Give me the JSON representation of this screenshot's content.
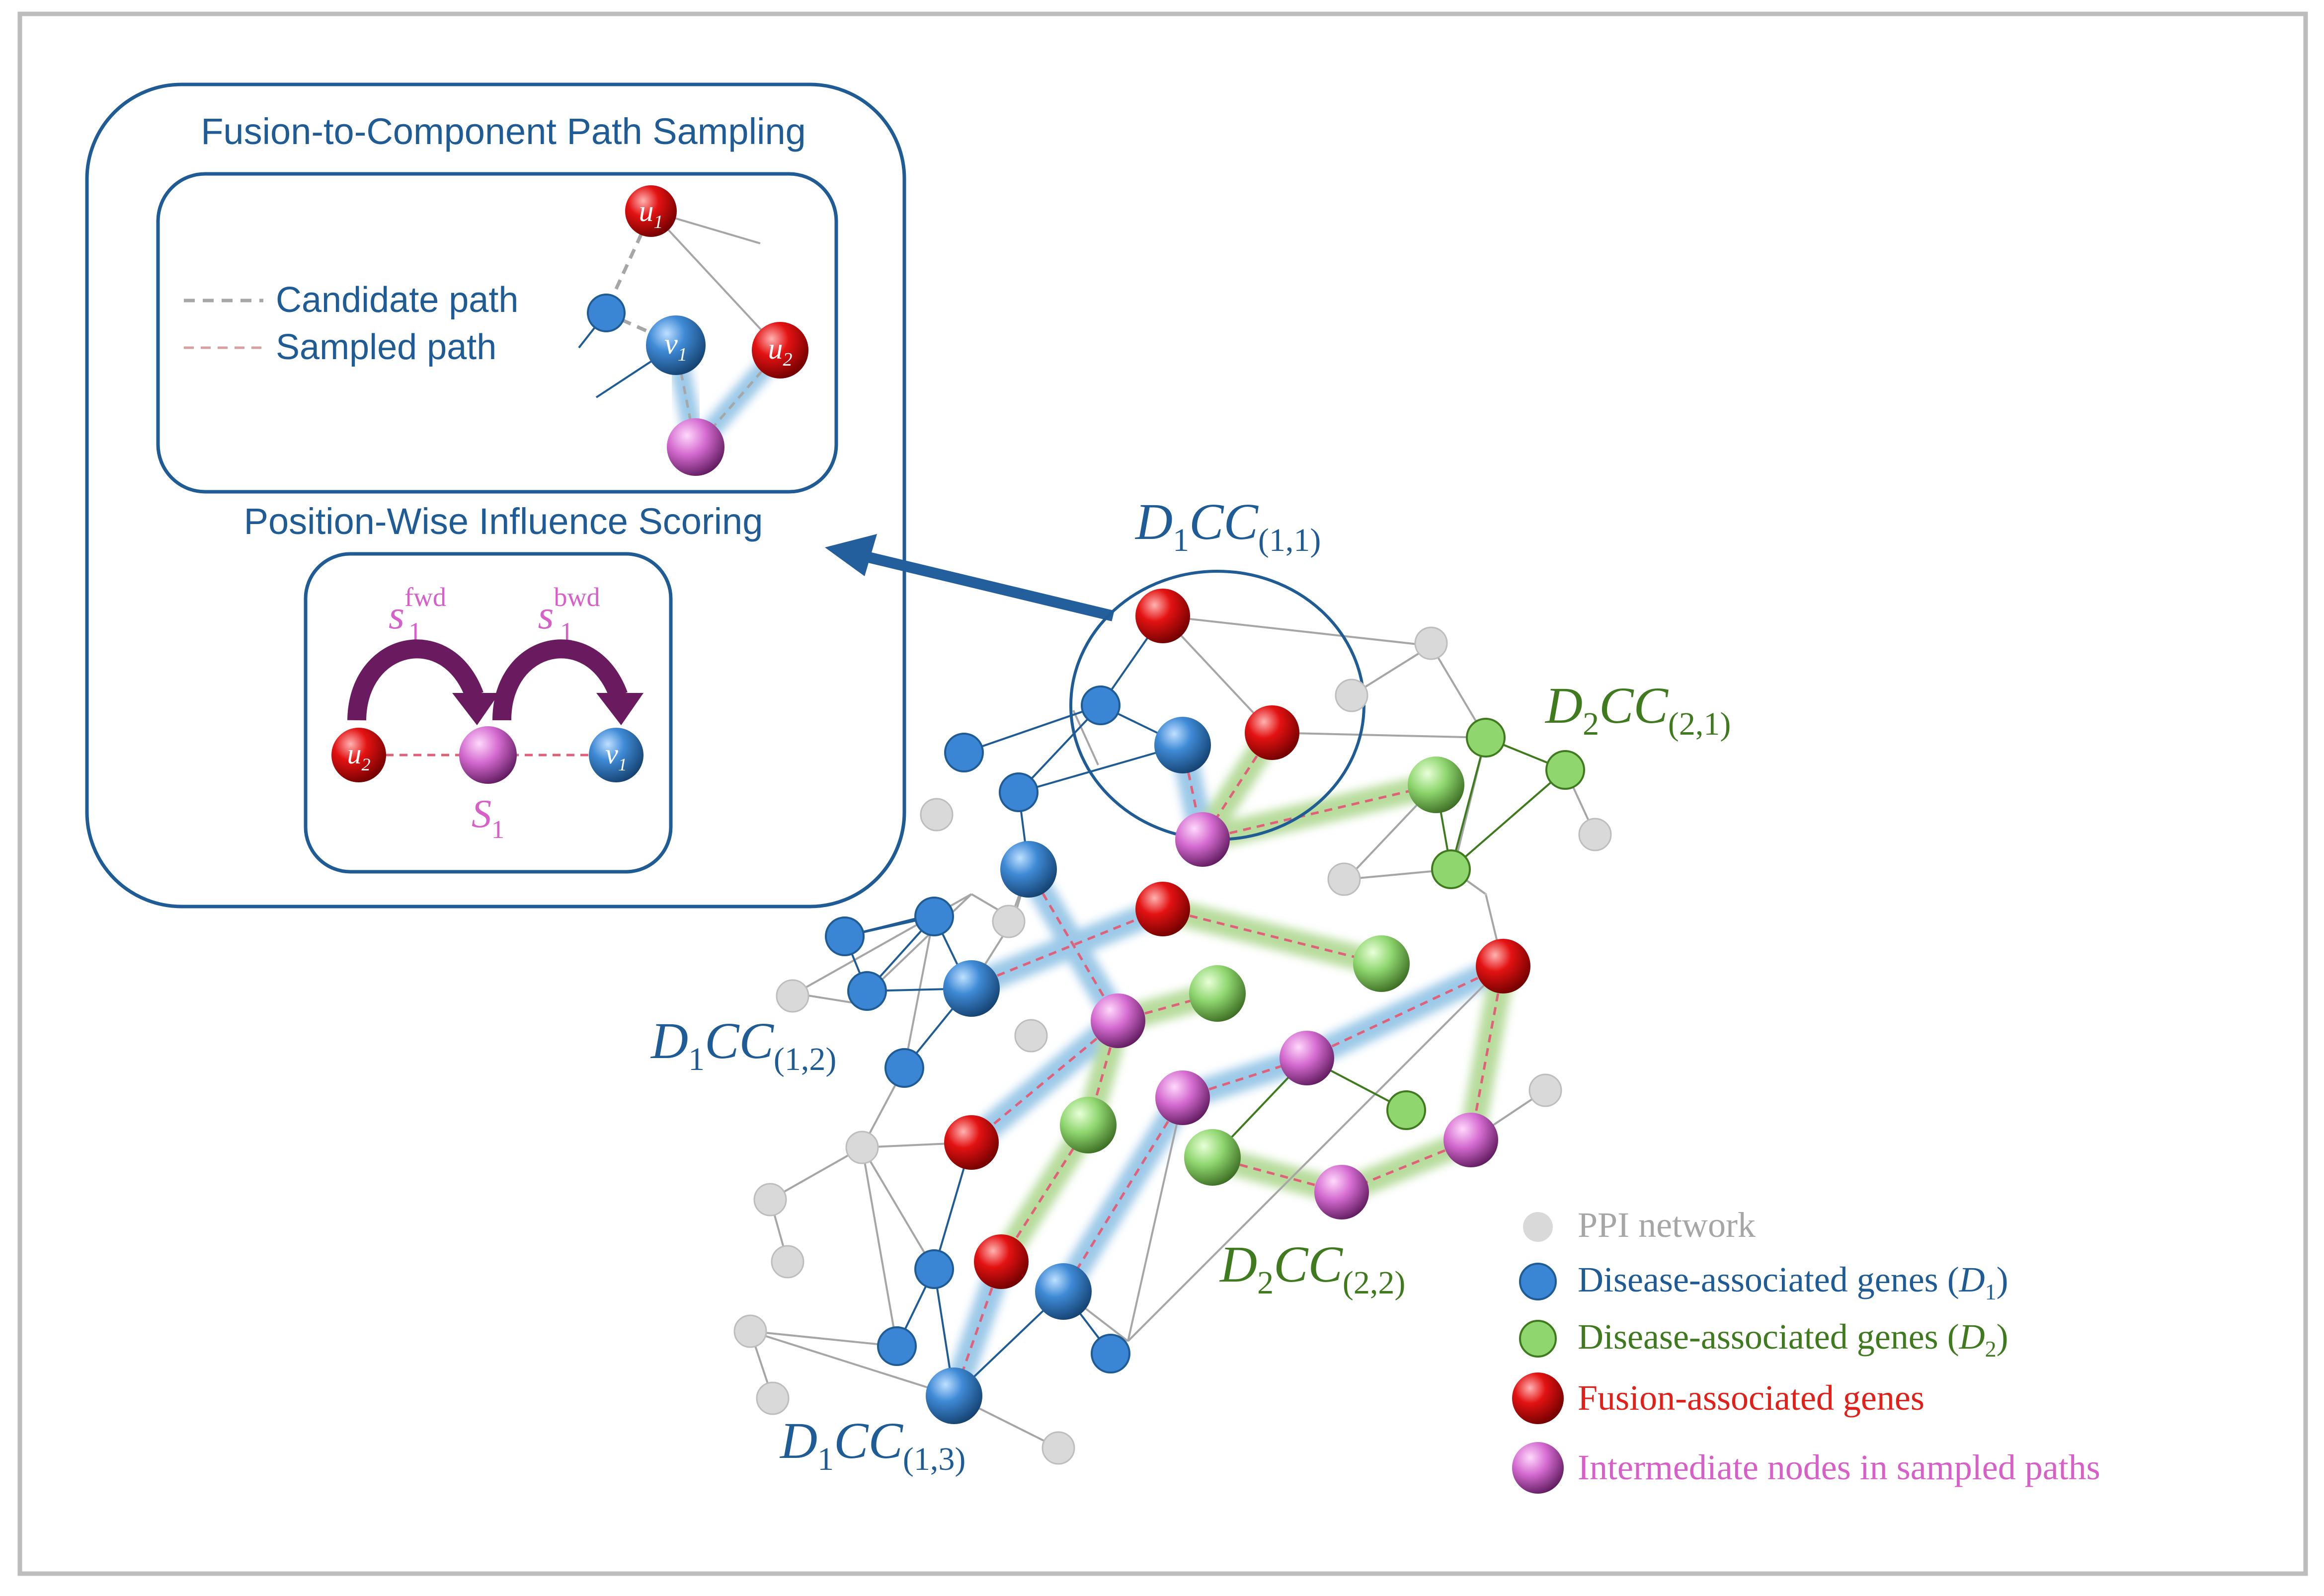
{
  "colors": {
    "frame": "#bdbdbd",
    "panel": "#1f5b94",
    "blue_text": "#1f5b94",
    "green_text": "#3f7a1e",
    "red_text": "#e0201a",
    "pink_text": "#d65fc8",
    "ppi_node": "#d9d9d9",
    "ppi_edge": "#a6a6a6",
    "blue_node": "#3a86d4",
    "green_node": "#8fd66f",
    "red_node": "#e01010",
    "pink_node": "#c45ac0",
    "arrow": "#225f9c",
    "influence_arrow": "#6a1a5e",
    "blue_glow": "#9cc9e8",
    "green_glow": "#b7dc9c",
    "path_dash": "#e0607a"
  },
  "inset": {
    "title_top": "Fusion-to-Component Path Sampling",
    "title_bottom": "Position-Wise Influence Scoring",
    "legend_candidate": "Candidate path",
    "legend_sampled": "Sampled path",
    "node_u1": {
      "base": "u",
      "sub": "1"
    },
    "node_u2": {
      "base": "u",
      "sub": "2"
    },
    "node_v1": {
      "base": "v",
      "sub": "1"
    },
    "score_fwd": {
      "base": "s",
      "sub": "1",
      "sup": "fwd"
    },
    "score_bwd": {
      "base": "s",
      "sub": "1",
      "sup": "bwd"
    },
    "score_u2": {
      "base": "u",
      "sub": "2"
    },
    "score_v1": {
      "base": "v",
      "sub": "1"
    },
    "score_s1": {
      "base": "S",
      "sub": "1"
    }
  },
  "network_labels": {
    "d1cc11": {
      "main": "D",
      "idx": "1",
      "cc": "CC",
      "sub": "(1,1)"
    },
    "d1cc12": {
      "main": "D",
      "idx": "1",
      "cc": "CC",
      "sub": "(1,2)"
    },
    "d1cc13": {
      "main": "D",
      "idx": "1",
      "cc": "CC",
      "sub": "(1,3)"
    },
    "d2cc21": {
      "main": "D",
      "idx": "2",
      "cc": "CC",
      "sub": "(2,1)"
    },
    "d2cc22": {
      "main": "D",
      "idx": "2",
      "cc": "CC",
      "sub": "(2,2)"
    }
  },
  "legend": {
    "ppi": "PPI network",
    "d1_text": "Disease-associated genes (",
    "d1_var": "D",
    "d1_sub": "1",
    "d1_close": ")",
    "d2_text": "Disease-associated genes (",
    "d2_var": "D",
    "d2_sub": "2",
    "d2_close": ")",
    "fusion": "Fusion-associated genes",
    "intermediate": "Intermediate nodes in sampled paths"
  }
}
